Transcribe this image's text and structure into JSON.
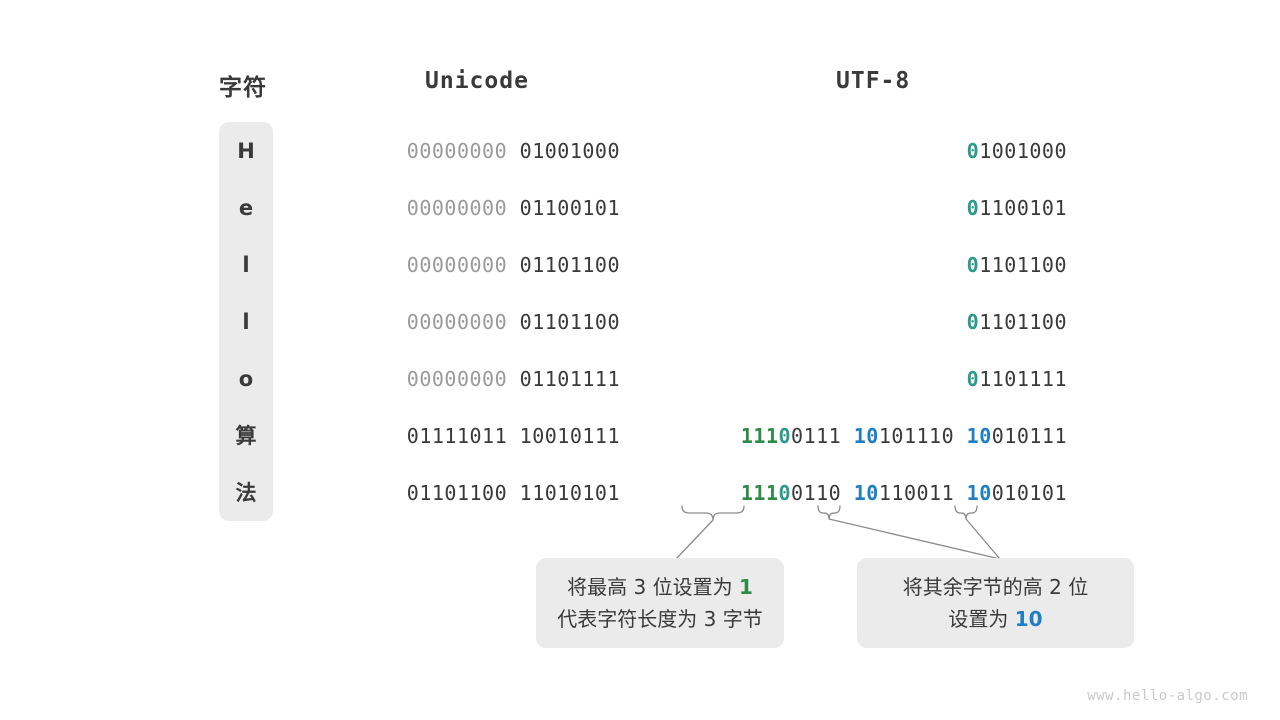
{
  "headers": {
    "character": "字符",
    "unicode": "Unicode",
    "utf8": "UTF-8"
  },
  "colors": {
    "green": "#2e8b47",
    "teal": "#2c9b8a",
    "blue": "#1f7fc4",
    "dark": "#3a3a3a",
    "dim": "#9a9a9a",
    "box": "#ebebeb",
    "watermark": "#c9c9c9"
  },
  "rows": [
    {
      "char": "H",
      "unicode": [
        {
          "text": "00000000",
          "style": "dim"
        },
        {
          "text": " ",
          "style": "dim"
        },
        {
          "text": "01001000",
          "style": "dark"
        }
      ],
      "utf8": [
        {
          "text": "0",
          "style": "teal"
        },
        {
          "text": "1001000",
          "style": "dark"
        }
      ]
    },
    {
      "char": "e",
      "unicode": [
        {
          "text": "00000000",
          "style": "dim"
        },
        {
          "text": " ",
          "style": "dim"
        },
        {
          "text": "01100101",
          "style": "dark"
        }
      ],
      "utf8": [
        {
          "text": "0",
          "style": "teal"
        },
        {
          "text": "1100101",
          "style": "dark"
        }
      ]
    },
    {
      "char": "l",
      "unicode": [
        {
          "text": "00000000",
          "style": "dim"
        },
        {
          "text": " ",
          "style": "dim"
        },
        {
          "text": "01101100",
          "style": "dark"
        }
      ],
      "utf8": [
        {
          "text": "0",
          "style": "teal"
        },
        {
          "text": "1101100",
          "style": "dark"
        }
      ]
    },
    {
      "char": "l",
      "unicode": [
        {
          "text": "00000000",
          "style": "dim"
        },
        {
          "text": " ",
          "style": "dim"
        },
        {
          "text": "01101100",
          "style": "dark"
        }
      ],
      "utf8": [
        {
          "text": "0",
          "style": "teal"
        },
        {
          "text": "1101100",
          "style": "dark"
        }
      ]
    },
    {
      "char": "o",
      "unicode": [
        {
          "text": "00000000",
          "style": "dim"
        },
        {
          "text": " ",
          "style": "dim"
        },
        {
          "text": "01101111",
          "style": "dark"
        }
      ],
      "utf8": [
        {
          "text": "0",
          "style": "teal"
        },
        {
          "text": "1101111",
          "style": "dark"
        }
      ]
    },
    {
      "char": "算",
      "unicode": [
        {
          "text": "01111011",
          "style": "dark"
        },
        {
          "text": " ",
          "style": "dark"
        },
        {
          "text": "10010111",
          "style": "dark"
        }
      ],
      "utf8": [
        {
          "text": "111",
          "style": "green"
        },
        {
          "text": "0",
          "style": "teal"
        },
        {
          "text": "0111",
          "style": "dark"
        },
        {
          "text": " ",
          "style": "dark"
        },
        {
          "text": "10",
          "style": "blue"
        },
        {
          "text": "101110",
          "style": "dark"
        },
        {
          "text": " ",
          "style": "dark"
        },
        {
          "text": "10",
          "style": "blue"
        },
        {
          "text": "010111",
          "style": "dark"
        }
      ]
    },
    {
      "char": "法",
      "unicode": [
        {
          "text": "01101100",
          "style": "dark"
        },
        {
          "text": " ",
          "style": "dark"
        },
        {
          "text": "11010101",
          "style": "dark"
        }
      ],
      "utf8": [
        {
          "text": "111",
          "style": "green"
        },
        {
          "text": "0",
          "style": "teal"
        },
        {
          "text": "0110",
          "style": "dark"
        },
        {
          "text": " ",
          "style": "dark"
        },
        {
          "text": "10",
          "style": "blue"
        },
        {
          "text": "110011",
          "style": "dark"
        },
        {
          "text": " ",
          "style": "dark"
        },
        {
          "text": "10",
          "style": "blue"
        },
        {
          "text": "010101",
          "style": "dark"
        }
      ]
    }
  ],
  "callouts": [
    {
      "name": "leading-bits-callout",
      "lines": [
        [
          {
            "text": "将最高 3 位设置为 ",
            "style": "plain"
          },
          {
            "text": "1",
            "style": "green"
          }
        ],
        [
          {
            "text": "代表字符长度为 3 字节",
            "style": "plain"
          }
        ]
      ]
    },
    {
      "name": "continuation-bits-callout",
      "lines": [
        [
          {
            "text": "将其余字节的高 2 位",
            "style": "plain"
          }
        ],
        [
          {
            "text": "设置为 ",
            "style": "plain"
          },
          {
            "text": "10",
            "style": "blue"
          }
        ]
      ]
    }
  ],
  "watermark": "www.hello-algo.com"
}
